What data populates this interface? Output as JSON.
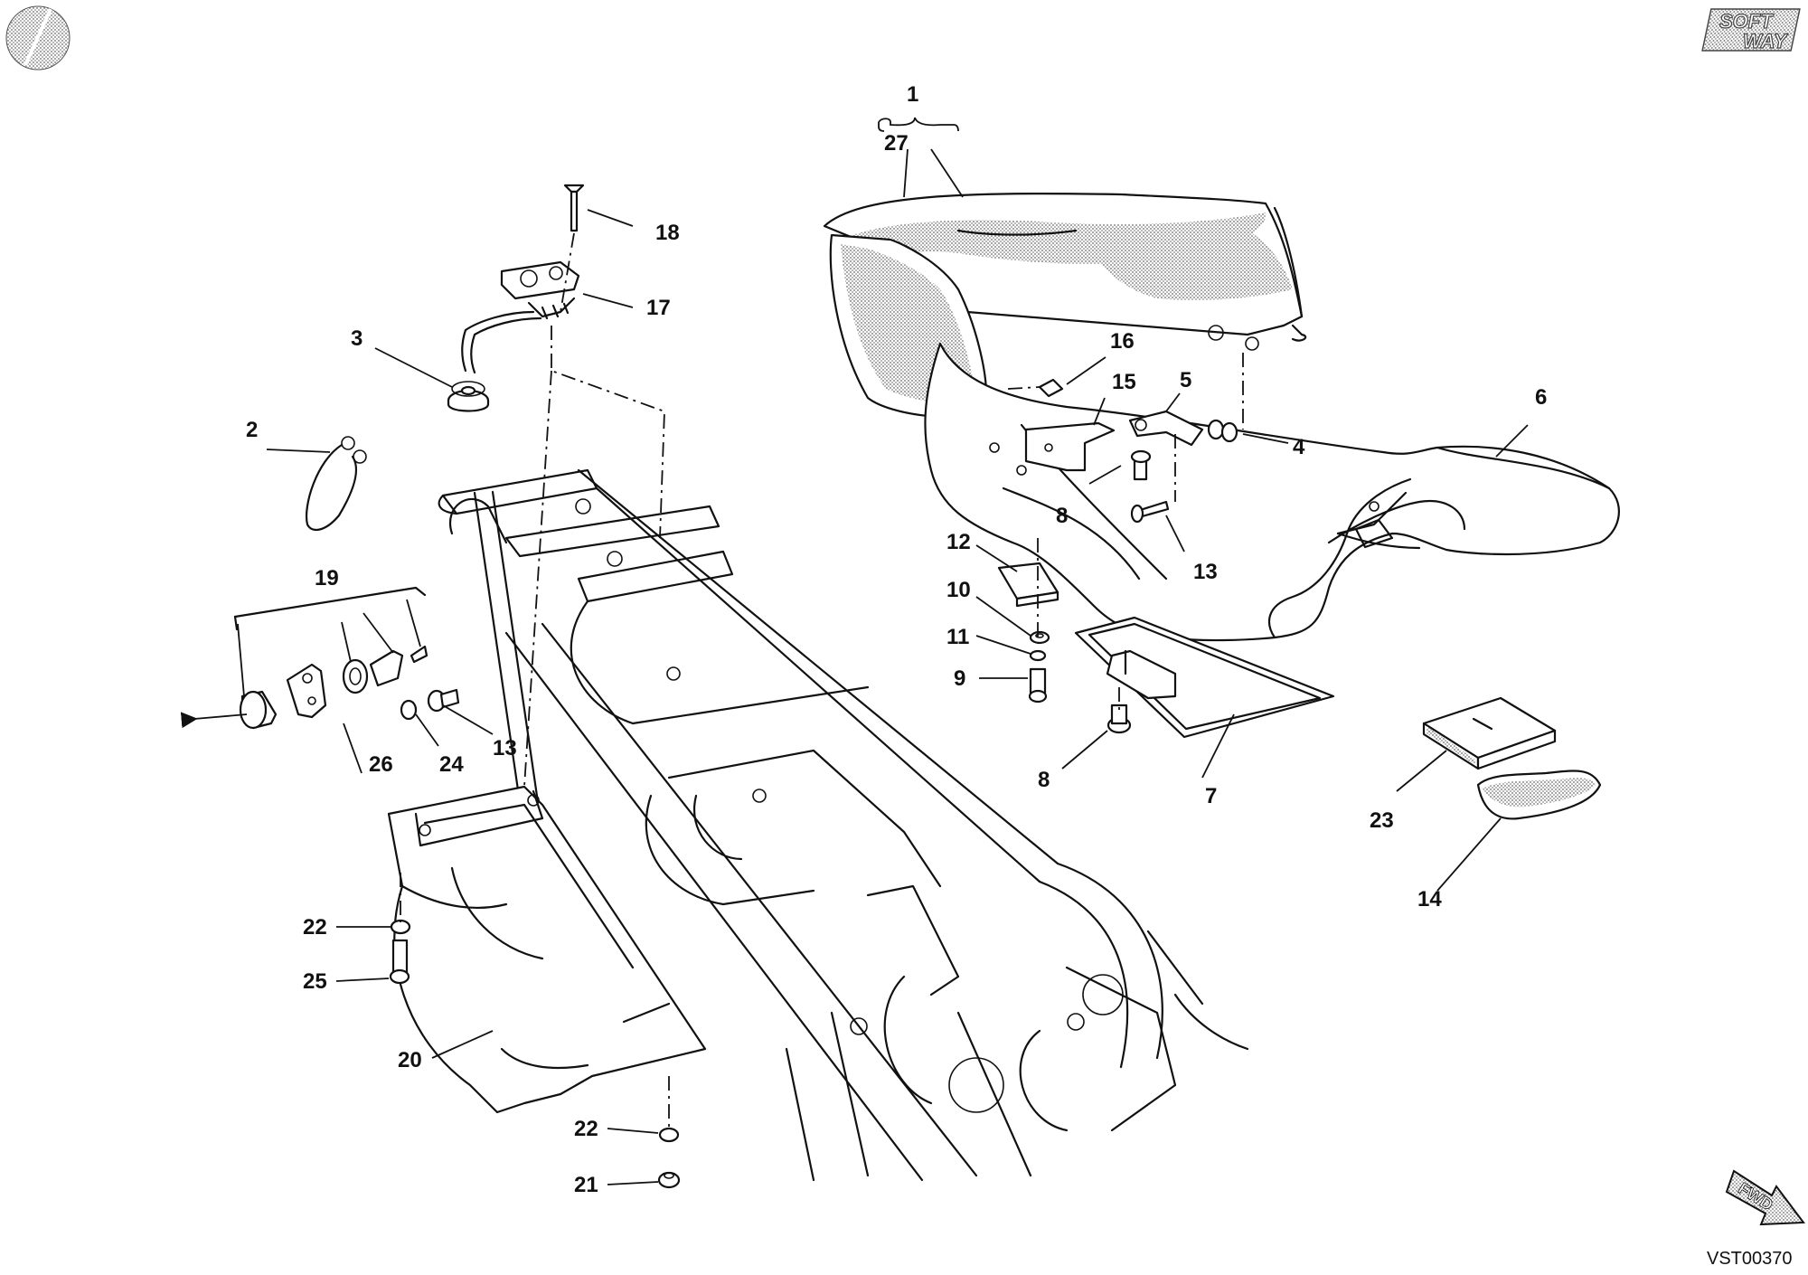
{
  "brand": {
    "logo_line1": "SOFT",
    "logo_line2": "WAY"
  },
  "drawing_code": "VST00370",
  "direction_badge": "FWD",
  "callouts": [
    "1",
    "27",
    "18",
    "17",
    "3",
    "2",
    "19",
    "26",
    "24",
    "13",
    "16",
    "15",
    "5",
    "4",
    "6",
    "8",
    "13",
    "12",
    "10",
    "11",
    "9",
    "8",
    "7",
    "23",
    "14",
    "22",
    "25",
    "20",
    "22",
    "21"
  ]
}
